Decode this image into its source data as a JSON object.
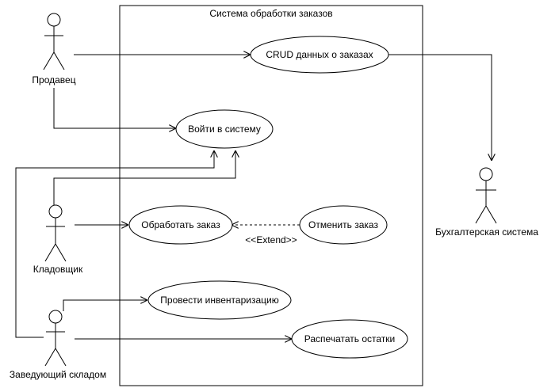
{
  "system": {
    "title": "Система обработки заказов"
  },
  "actors": {
    "seller": "Продавец",
    "storekeeper": "Кладовщик",
    "warehouse_manager": "Заведующий складом",
    "accounting_system": "Бухгалтерская система"
  },
  "use_cases": {
    "crud_orders": "CRUD данных о заказах",
    "login": "Войти в систему",
    "process_order": "Обработать заказ",
    "cancel_order": "Отменить заказ",
    "inventory": "Провести инвентаризацию",
    "print_stock": "Распечатать остатки"
  },
  "relations": {
    "extend_label": "<<Extend>>"
  }
}
